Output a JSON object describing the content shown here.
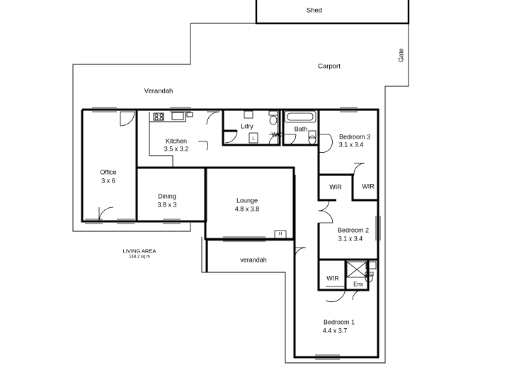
{
  "shed": "Shed",
  "carport": "Carport",
  "gate": "Gate",
  "verandah_top": "Verandah",
  "office": {
    "name": "Office",
    "size": "3 x 6"
  },
  "kitchen": {
    "name": "Kitchen",
    "size": "3.5 x 3.2"
  },
  "dining": {
    "name": "Dining",
    "size": "3.8 x 3"
  },
  "lounge": {
    "name": "Lounge",
    "size": "4.8 x 3.8"
  },
  "laundry": "Ldry",
  "wc": "WC",
  "bath": "Bath",
  "bedroom3": {
    "name": "Bedroom 3",
    "size": "3.1 x 3.4"
  },
  "wir_left": "WIR",
  "wir_right": "WIR",
  "bedroom2": {
    "name": "Bedroom 2",
    "size": "3.1 x 3.4"
  },
  "verandah_bottom": "verandah",
  "wir_ens": "WIR",
  "ens": "Ens",
  "bedroom1": {
    "name": "Bedroom 1",
    "size": "4.4 x 3.7"
  },
  "living_area": {
    "label": "LIVING AREA",
    "value": "148.2 sq m"
  },
  "fixtures": {
    "l_mark": "L",
    "h_mark": "H"
  }
}
